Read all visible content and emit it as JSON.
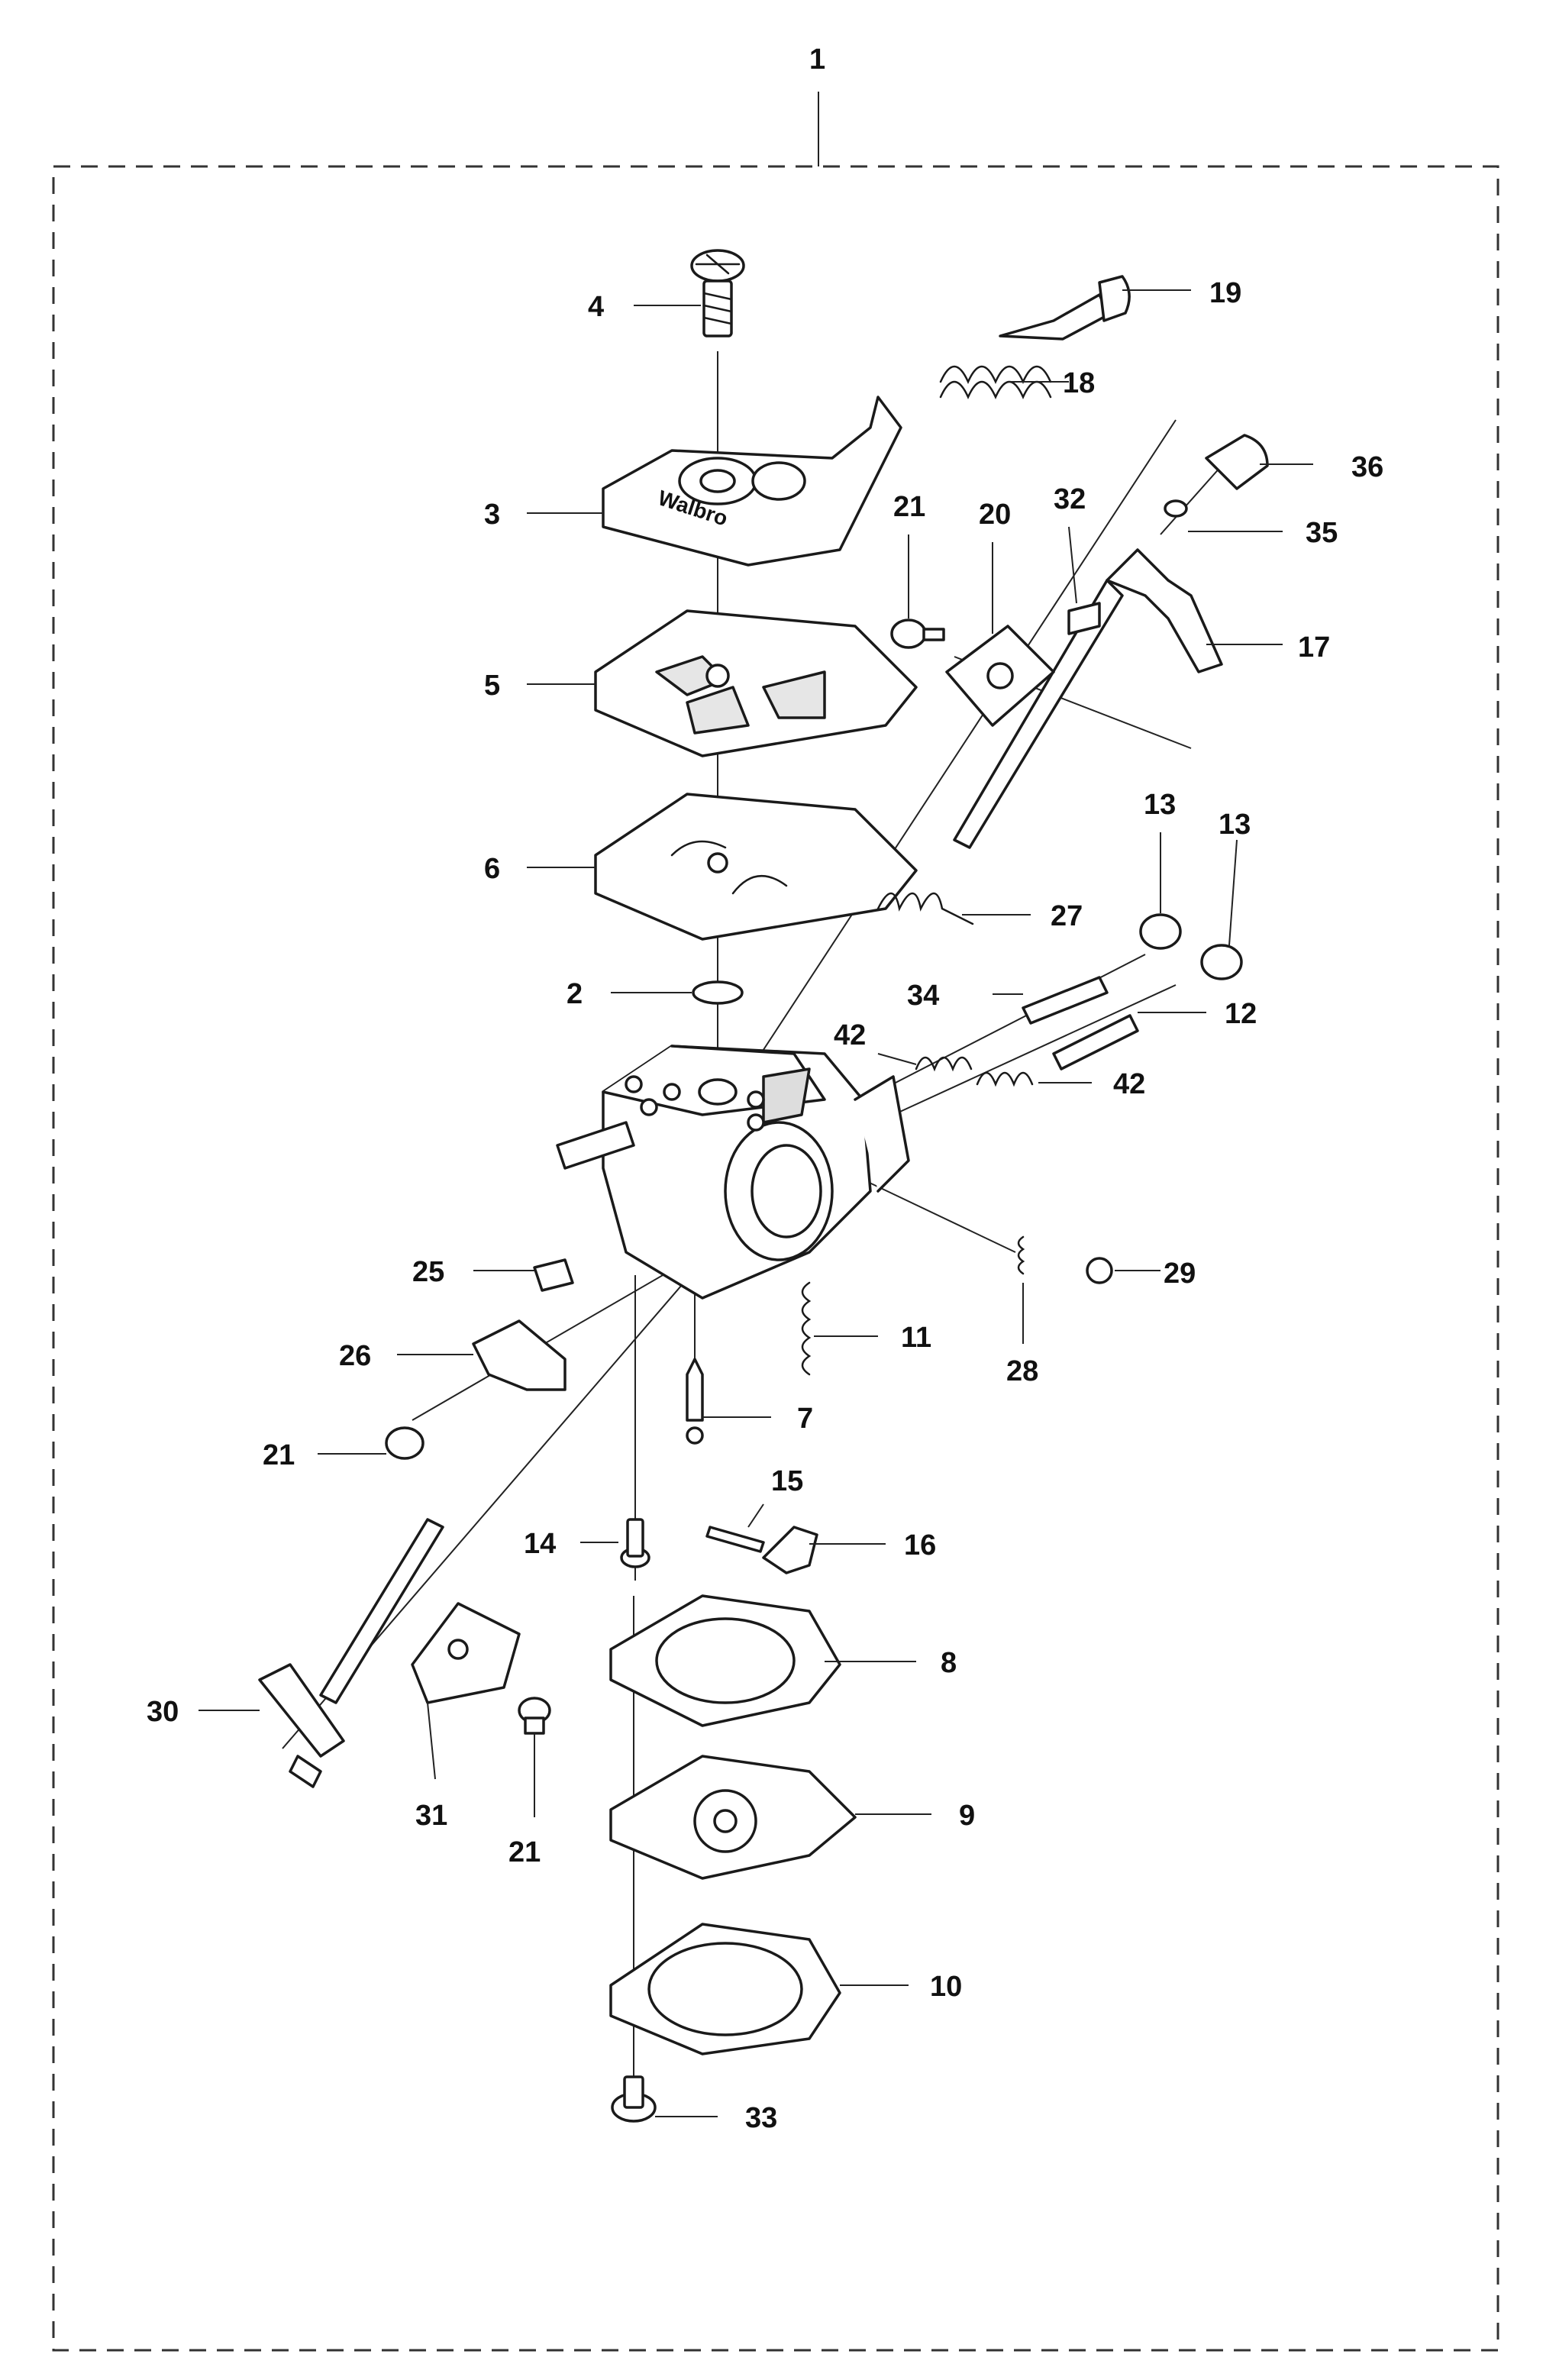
{
  "diagram": {
    "callouts": {
      "c1": "1",
      "c2": "2",
      "c3": "3",
      "c4": "4",
      "c5": "5",
      "c6": "6",
      "c7": "7",
      "c8": "8",
      "c9": "9",
      "c10": "10",
      "c11": "11",
      "c12": "12",
      "c13a": "13",
      "c13b": "13",
      "c14": "14",
      "c15": "15",
      "c16": "16",
      "c17": "17",
      "c18": "18",
      "c19": "19",
      "c20": "20",
      "c21a": "21",
      "c21b": "21",
      "c21c": "21",
      "c25": "25",
      "c26": "26",
      "c27": "27",
      "c28": "28",
      "c29": "29",
      "c30": "30",
      "c31": "31",
      "c32": "32",
      "c33": "33",
      "c34": "34",
      "c35": "35",
      "c36": "36",
      "c42a": "42",
      "c42b": "42"
    },
    "cover_brand": "Walbro",
    "colors": {
      "line": "#1a1a1a",
      "background": "#ffffff"
    }
  }
}
